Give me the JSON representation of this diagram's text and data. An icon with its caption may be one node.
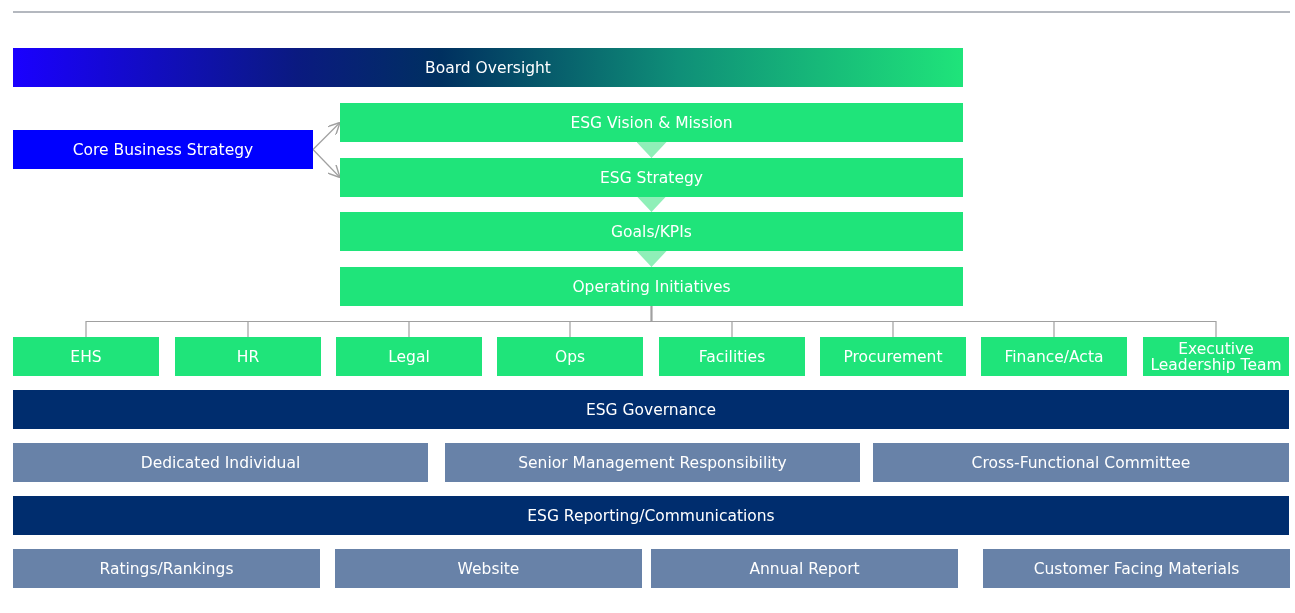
{
  "diagram": {
    "nodes": [
      {
        "text": [
          "Board Oversight"
        ]
      },
      {
        "text": [
          "Core Business Strategy"
        ]
      },
      {
        "text": [
          "ESG Vision & Mission"
        ]
      },
      {
        "text": [
          "ESG Strategy"
        ]
      },
      {
        "text": [
          "Goals/KPIs"
        ]
      },
      {
        "text": [
          "Operating Initiatives"
        ]
      },
      {
        "text": [
          "EHS"
        ]
      },
      {
        "text": [
          "HR"
        ]
      },
      {
        "text": [
          "Legal"
        ]
      },
      {
        "text": [
          "Ops"
        ]
      },
      {
        "text": [
          "Facilities"
        ]
      },
      {
        "text": [
          "Procurement"
        ]
      },
      {
        "text": [
          "Finance/Acta"
        ]
      },
      {
        "text": [
          "Executive Leadership Team"
        ]
      },
      {
        "text": [
          "ESG Governance"
        ]
      },
      {
        "text": [
          "Dedicated Individual"
        ]
      },
      {
        "text": [
          "Senior Management Responsibility"
        ]
      },
      {
        "text": [
          "Cross-Functional Committee"
        ]
      },
      {
        "text": [
          "ESG Reporting/Communications"
        ]
      },
      {
        "text": [
          "Ratings/Rankings"
        ]
      },
      {
        "text": [
          "Website"
        ]
      },
      {
        "text": [
          "Annual Report"
        ]
      },
      {
        "text": [
          "Customer Facing Materials"
        ]
      }
    ],
    "edges": [
      {
        "from": 1,
        "to": 2,
        "arrow": "to"
      },
      {
        "from": 1,
        "to": 3,
        "arrow": "to"
      },
      {
        "from": 2,
        "to": 3,
        "arrow": "to",
        "color": "#8fefb8"
      },
      {
        "from": 3,
        "to": 4,
        "arrow": "to",
        "color": "#8fefb8"
      },
      {
        "from": 4,
        "to": 5,
        "arrow": "to",
        "color": "#8fefb8"
      },
      {
        "from": 5,
        "to": 6,
        "arrow": "none"
      },
      {
        "from": 5,
        "to": 7,
        "arrow": "none"
      },
      {
        "from": 5,
        "to": 8,
        "arrow": "none"
      },
      {
        "from": 5,
        "to": 9,
        "arrow": "none"
      },
      {
        "from": 5,
        "to": 10,
        "arrow": "none"
      },
      {
        "from": 5,
        "to": 11,
        "arrow": "none"
      },
      {
        "from": 5,
        "to": 12,
        "arrow": "none"
      },
      {
        "from": 5,
        "to": 13,
        "arrow": "none"
      }
    ]
  }
}
